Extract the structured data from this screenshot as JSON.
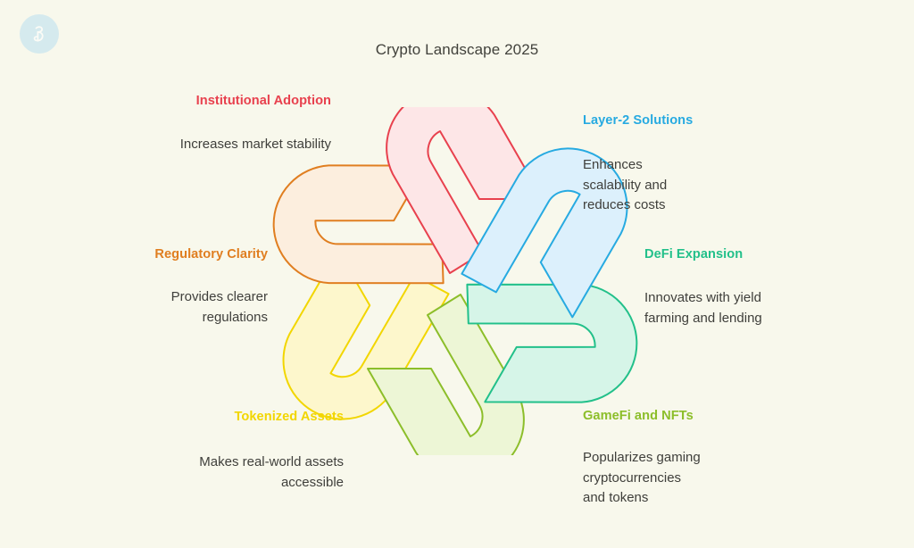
{
  "page": {
    "title": "Crypto Landscape 2025",
    "background_color": "#f8f8ec",
    "text_color": "#3f3f3b"
  },
  "logo": {
    "name": "brand-logo",
    "shape": "circle",
    "background_color": "#b9dff0",
    "glyph_color": "#ffffff"
  },
  "chart_data": {
    "type": "diagram",
    "subtype": "interlocking-hooks-radial",
    "title": "Crypto Landscape 2025",
    "segment_count": 6,
    "center": [
      510,
      318
    ],
    "rotation_step_degrees": 60,
    "categories": [
      "Institutional Adoption",
      "Layer-2 Solutions",
      "DeFi Expansion",
      "GameFi and NFTs",
      "Tokenized Assets",
      "Regulatory Clarity"
    ],
    "descriptions": [
      "Increases market stability",
      "Enhances scalability and reduces costs",
      "Innovates with yield farming and lending",
      "Popularizes gaming cryptocurrencies and tokens",
      "Makes real-world assets accessible",
      "Provides clearer regulations"
    ],
    "stroke_colors": [
      "#e8414e",
      "#27aae1",
      "#22c08a",
      "#8cbe2a",
      "#f2d600",
      "#e07e20"
    ],
    "fill_colors": [
      "#fde6e7",
      "#dcf0fc",
      "#d6f5e8",
      "#edf6d6",
      "#fdf7cc",
      "#fceede"
    ]
  },
  "nodes": [
    {
      "id": "institutional",
      "heading": "Institutional Adoption",
      "body": "Increases market stability",
      "color": "#e8414e",
      "align": "right",
      "angle_degrees": 0
    },
    {
      "id": "layer2",
      "heading": "Layer-2 Solutions",
      "body": "Enhances scalability and reduces costs",
      "color": "#27aae1",
      "align": "left",
      "angle_degrees": 60
    },
    {
      "id": "defi",
      "heading": "DeFi Expansion",
      "body": "Innovates with yield farming and lending",
      "color": "#22c08a",
      "align": "left",
      "angle_degrees": 120
    },
    {
      "id": "gamefi",
      "heading": "GameFi and NFTs",
      "body": "Popularizes gaming cryptocurrencies and tokens",
      "color": "#8cbe2a",
      "align": "left",
      "angle_degrees": 180
    },
    {
      "id": "tokenized",
      "heading": "Tokenized Assets",
      "body": "Makes real-world assets accessible",
      "color": "#f2d600",
      "align": "right",
      "angle_degrees": 240
    },
    {
      "id": "regulatory",
      "heading": "Regulatory Clarity",
      "body": "Provides clearer regulations",
      "color": "#e07e20",
      "align": "right",
      "angle_degrees": 300
    }
  ]
}
